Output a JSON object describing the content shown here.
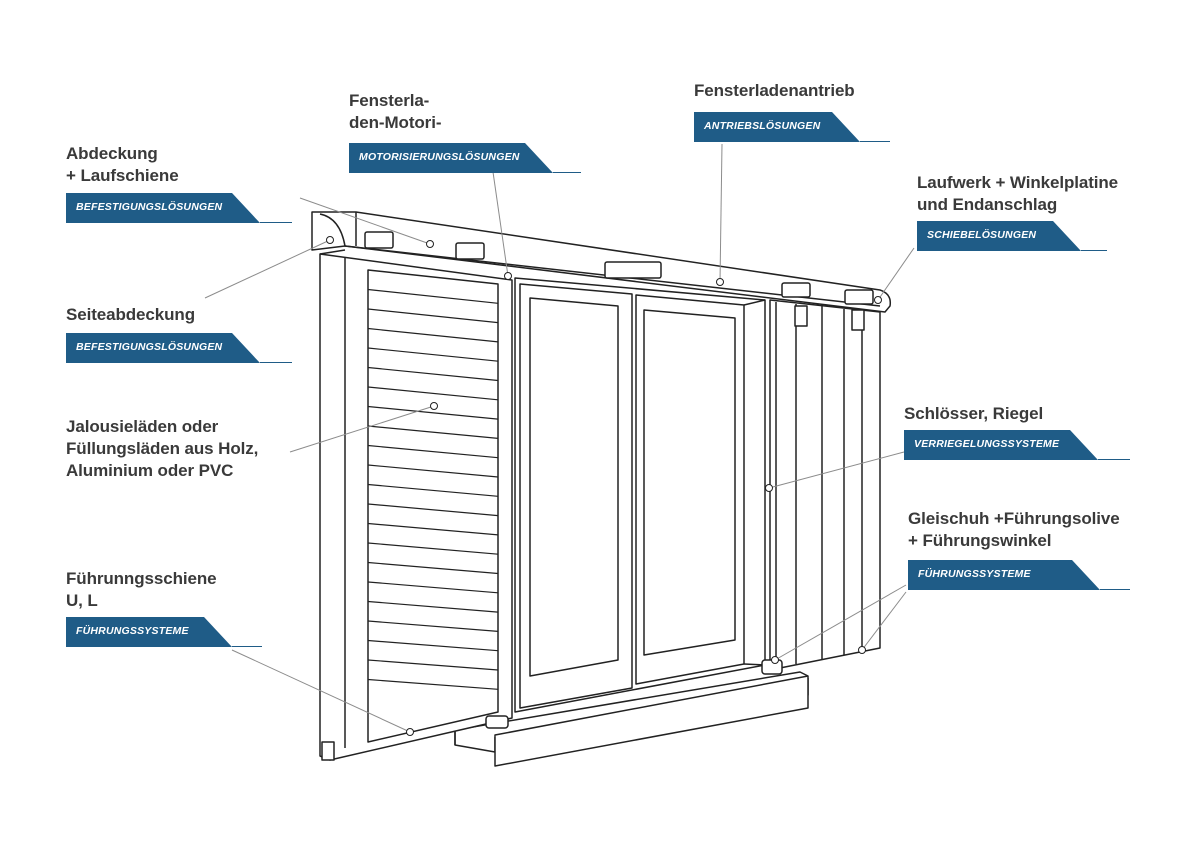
{
  "callouts": [
    {
      "id": "abdeckung",
      "lines": [
        "Abdeckung",
        "+ Laufschiene"
      ],
      "category": "BEFESTIGUNGSLÖSUNGEN"
    },
    {
      "id": "motorisierung",
      "lines": [
        "Fensterla-",
        "den-Motori-"
      ],
      "category": "MOTORISIERUNGSLÖSUNGEN"
    },
    {
      "id": "antrieb",
      "lines": [
        "Fensterladenantrieb"
      ],
      "category": "ANTRIEBSLÖSUNGEN"
    },
    {
      "id": "laufwerk",
      "lines": [
        "Laufwerk + Winkelplatine",
        "und Endanschlag"
      ],
      "category": "SCHIEBELÖSUNGEN"
    },
    {
      "id": "seiteabdeckung",
      "lines": [
        "Seiteabdeckung"
      ],
      "category": "BEFESTIGUNGSLÖSUNGEN"
    },
    {
      "id": "laeden",
      "lines": [
        "Jalousieläden oder",
        "Füllungsläden aus Holz,",
        "Aluminium oder PVC"
      ],
      "category": ""
    },
    {
      "id": "schloesser",
      "lines": [
        "Schlösser, Riegel"
      ],
      "category": "VERRIEGELUNGSSYSTEME"
    },
    {
      "id": "gleitschuh",
      "lines": [
        "Gleischuh +Führungsolive",
        "+ Führungswinkel"
      ],
      "category": "FÜHRUNGSSYSTEME"
    },
    {
      "id": "fuehrungsschiene",
      "lines": [
        "Führunngsschiene",
        "U, L"
      ],
      "category": "FÜHRUNGSSYSTEME"
    }
  ],
  "colors": {
    "tag_background": "#1f5c87",
    "tag_text": "#ffffff",
    "label_text": "#3a3a3a",
    "leader_line": "#8c8c8c",
    "drawing_stroke": "#222222"
  }
}
